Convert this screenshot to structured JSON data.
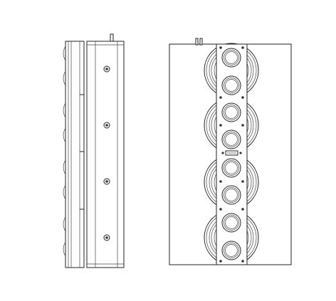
{
  "drawing": {
    "views": [
      "side-view",
      "front-view"
    ],
    "side_view": {
      "fixing_screws": 4,
      "stacked_modules": 4
    },
    "front_view": {
      "driver_pairs": 4,
      "tweeters_visible": 8
    },
    "colors": {
      "line": "#222222",
      "background": "#ffffff"
    }
  }
}
